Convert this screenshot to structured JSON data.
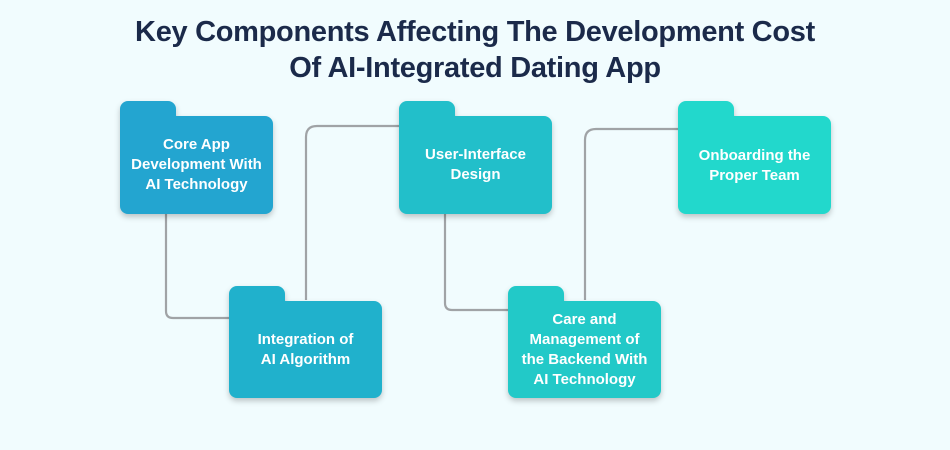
{
  "title": {
    "line1": "Key Components Affecting The Development Cost",
    "line2": "Of AI-Integrated Dating App"
  },
  "colors": {
    "background": "#f1fcfe",
    "title": "#1b2a4a",
    "connector": "#a0a3a6",
    "folder1": "#23a5d0",
    "folder2": "#20b1cc",
    "folder3": "#22bfca",
    "folder4": "#22c9c8",
    "folder5": "#22d8cc"
  },
  "folders": [
    {
      "id": "core-app-development",
      "lines": [
        "Core App",
        "Development With",
        "AI Technology"
      ]
    },
    {
      "id": "integration-ai-algorithm",
      "lines": [
        "Integration of",
        "AI Algorithm"
      ]
    },
    {
      "id": "user-interface-design",
      "lines": [
        "User-Interface",
        "Design"
      ]
    },
    {
      "id": "backend-care-management",
      "lines": [
        "Care and",
        "Management of",
        "the Backend With",
        "AI Technology"
      ]
    },
    {
      "id": "onboarding-team",
      "lines": [
        "Onboarding the",
        "Proper Team"
      ]
    }
  ]
}
